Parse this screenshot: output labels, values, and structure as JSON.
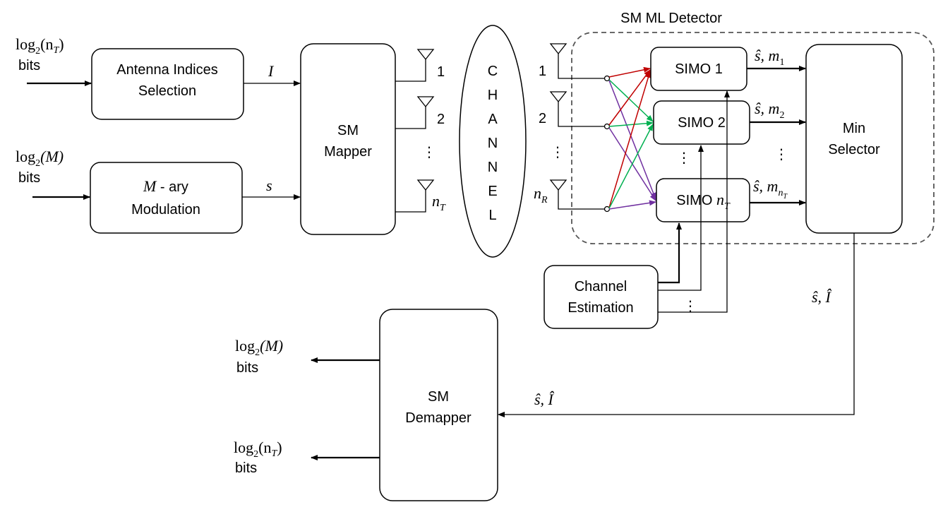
{
  "title": "SM ML Detector",
  "inputs": {
    "antenna_bits_func": "log",
    "antenna_bits_sub": "2",
    "antenna_bits_arg": "(n",
    "antenna_bits_argsub": "T",
    "antenna_bits_close": ")",
    "antenna_bits_unit": "bits",
    "mod_bits_func": "log",
    "mod_bits_sub": "2",
    "mod_bits_arg": "(M)",
    "mod_bits_unit": "bits"
  },
  "blocks": {
    "antenna_selection": [
      "Antenna Indices",
      "Selection"
    ],
    "modulation_prefix": "M",
    "modulation_rest": " - ary",
    "modulation_line2": "Modulation",
    "mapper": [
      "SM",
      "Mapper"
    ],
    "channel_letters": [
      "C",
      "H",
      "A",
      "N",
      "N",
      "E",
      "L"
    ],
    "simo1": "SIMO 1",
    "simo2": "SIMO 2",
    "simon": "SIMO ",
    "simon_var": "n",
    "simon_sub": "T",
    "min_selector": [
      "Min",
      "Selector"
    ],
    "channel_estimation": [
      "Channel",
      "Estimation"
    ],
    "demapper": [
      "SM",
      "Demapper"
    ]
  },
  "signals": {
    "I": "I",
    "s": "s",
    "tx_labels": [
      "1",
      "2",
      "⋮"
    ],
    "tx_last": "n",
    "tx_last_sub": "T",
    "rx_labels": [
      "1",
      "2",
      "⋮"
    ],
    "rx_last": "n",
    "rx_last_sub": "R",
    "simo_dots": "⋮",
    "out_dots": "⋮",
    "est_dots": "⋮",
    "out1": "ŝ, m",
    "out1_sub": "1",
    "out2": "ŝ, m",
    "out2_sub": "2",
    "out3": "ŝ, m",
    "out3_sub": "n",
    "out3_subsub": "T",
    "min_out": "ŝ, Î",
    "demap_in": "ŝ, Î"
  },
  "outputs": {
    "mod_bits_func": "log",
    "mod_bits_sub": "2",
    "mod_bits_arg": "(M)",
    "mod_bits_unit": "bits",
    "ant_bits_func": "log",
    "ant_bits_sub": "2",
    "ant_bits_arg": "(n",
    "ant_bits_argsub": "T",
    "ant_bits_close": ")",
    "ant_bits_unit": "bits"
  },
  "colors": {
    "red": "#c00000",
    "green": "#00b050",
    "purple": "#7030a0"
  }
}
